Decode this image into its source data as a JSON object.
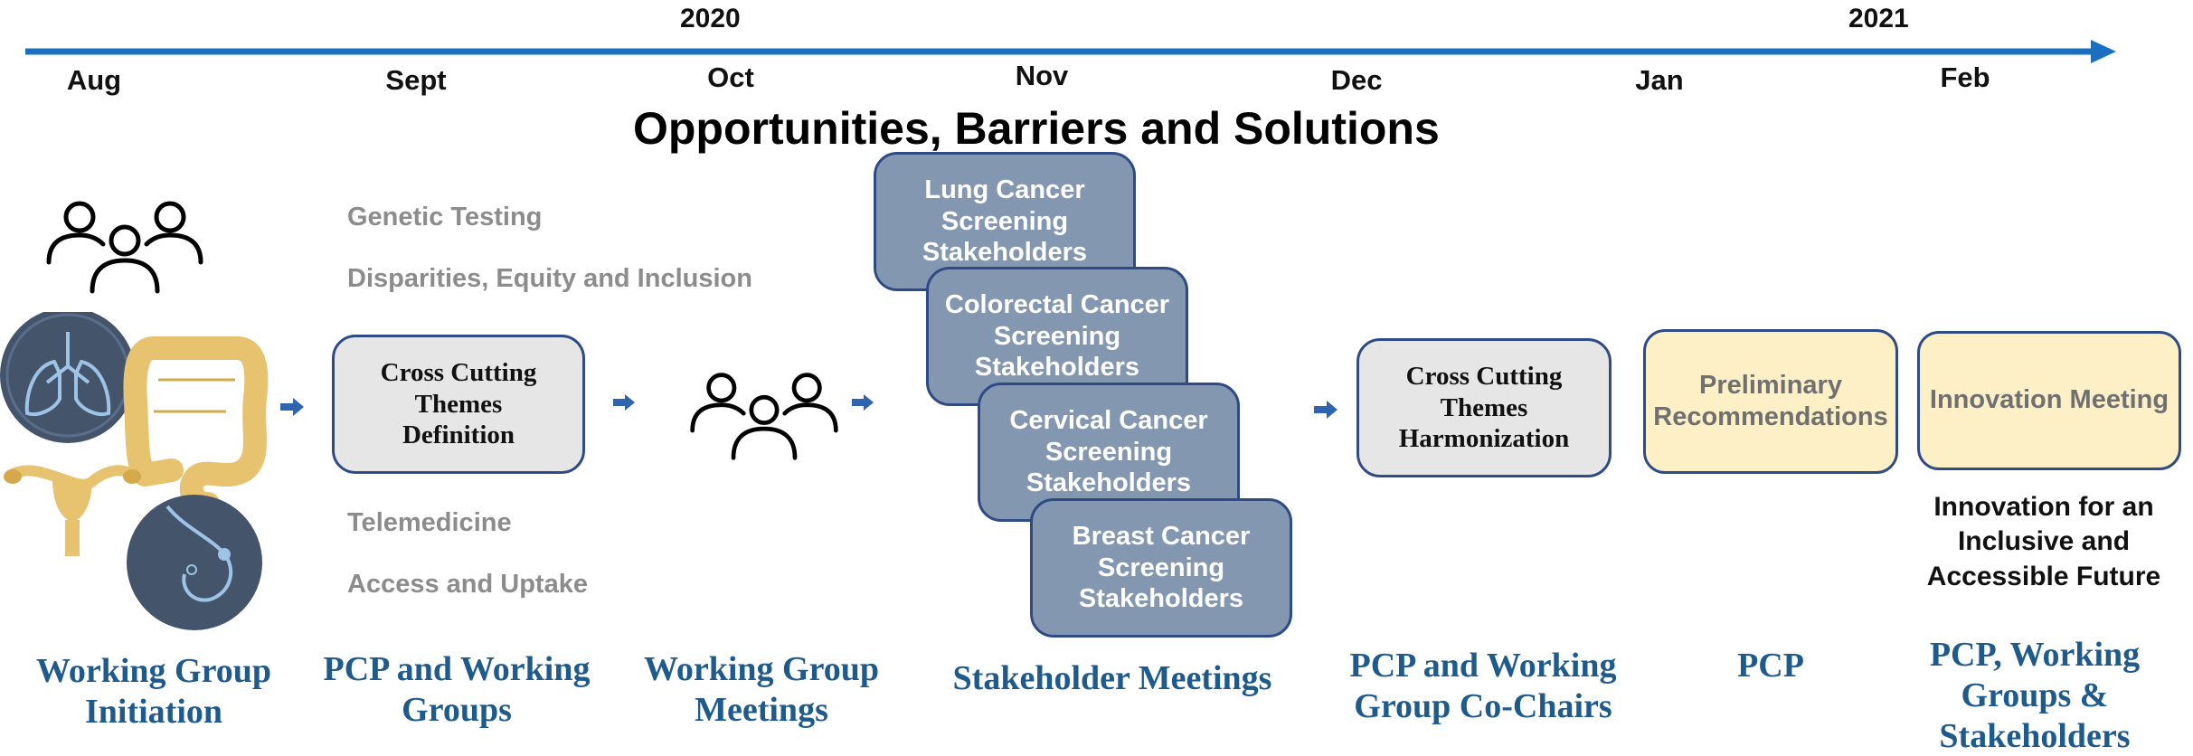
{
  "timeline": {
    "years": [
      "2020",
      "2021"
    ],
    "months": [
      "Aug",
      "Sept",
      "Oct",
      "Nov",
      "Dec",
      "Jan",
      "Feb"
    ]
  },
  "title": "Opportunities, Barriers and Solutions",
  "themes": {
    "top": [
      "Genetic Testing",
      "Disparities, Equity and Inclusion"
    ],
    "bottom": [
      "Telemedicine",
      "Access and Uptake"
    ]
  },
  "boxes": {
    "cross_cutting_definition": "Cross Cutting\nThemes\nDefinition",
    "stakeholders": [
      "Lung Cancer\nScreening\nStakeholders",
      "Colorectal Cancer\nScreening\nStakeholders",
      "Cervical Cancer\nScreening\nStakeholders",
      "Breast Cancer\nScreening\nStakeholders"
    ],
    "cross_cutting_harmonization": "Cross Cutting\nThemes\nHarmonization",
    "preliminary_recommendations": "Preliminary\nRecommendations",
    "innovation_meeting": "Innovation Meeting"
  },
  "innovation_note": "Innovation for an\nInclusive and\nAccessible Future",
  "bottom_labels": [
    "Working Group\nInitiation",
    "PCP and Working\nGroups",
    "Working Group\nMeetings",
    "Stakeholder Meetings",
    "PCP and Working\nGroup Co-Chairs",
    "PCP",
    "PCP, Working\nGroups &\nStakeholders"
  ],
  "colors": {
    "timeline": "#1a6fc0",
    "box_border": "#2e4b86",
    "stakeholder_fill": "#8497b0",
    "theme_fill": "#e6e6e6",
    "recommendation_fill": "#fdf0c6",
    "label_blue": "#1f5a8c",
    "organ_gold": "#e7c36f",
    "organ_circle": "#44546a"
  },
  "icons": [
    "people-group-icon",
    "lung-icon",
    "colon-icon",
    "uterus-icon",
    "breast-icon",
    "arrow-right-icon"
  ]
}
